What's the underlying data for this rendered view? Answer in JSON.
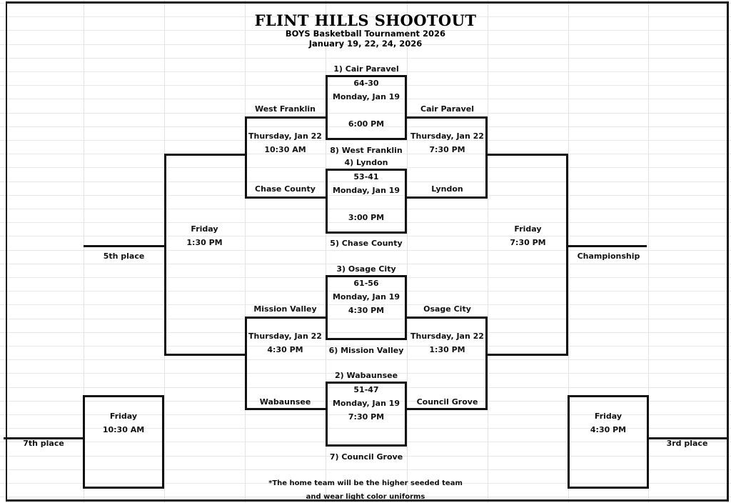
{
  "header": {
    "title": "FLINT HILLS SHOOTOUT",
    "subtitle": "BOYS Basketball  Tournament 2026",
    "dates": "January 19, 22, 24,  2026"
  },
  "footer": {
    "note_line1": "*The home team will be the higher seeded team",
    "note_line2": "and wear light color uniforms"
  },
  "games": [
    {
      "id": "game-1",
      "top_seed_team": "1) Cair Paravel",
      "bottom_seed_team": "8) West Franklin",
      "score": "64-30",
      "day": "Monday, Jan 19",
      "time": "6:00 PM"
    },
    {
      "id": "game-4",
      "top_seed_team": "4) Lyndon",
      "bottom_seed_team": "5) Chase County",
      "score": "53-41",
      "day": "Monday, Jan 19",
      "time": "3:00 PM"
    },
    {
      "id": "game-3",
      "top_seed_team": "3) Osage City",
      "bottom_seed_team": "6) Mission Valley",
      "score": "61-56",
      "day": "Monday, Jan 19",
      "time": "4:30 PM"
    },
    {
      "id": "game-2",
      "top_seed_team": "2) Wabaunsee",
      "bottom_seed_team": "7) Council Grove",
      "score": "51-47",
      "day": "Monday, Jan 19",
      "time": "7:30 PM"
    }
  ],
  "consolation_semis": [
    {
      "id": "cons-semi-upper",
      "team_top": "West Franklin",
      "team_bottom": "Chase County",
      "day": "Thursday, Jan 22",
      "time": "10:30 AM"
    },
    {
      "id": "cons-semi-lower",
      "team_top": "Mission Valley",
      "team_bottom": "Wabaunsee",
      "day": "Thursday, Jan 22",
      "time": "4:30 PM"
    }
  ],
  "championship_semis": [
    {
      "id": "champ-semi-upper",
      "team_top": "Cair Paravel",
      "team_bottom": "Lyndon",
      "day": "Thursday, Jan 22",
      "time": "7:30 PM"
    },
    {
      "id": "champ-semi-lower",
      "team_top": "Osage City",
      "team_bottom": "Council Grove",
      "day": "Thursday, Jan 22",
      "time": "1:30 PM"
    }
  ],
  "finals": {
    "fifth_place": {
      "label": "5th place",
      "day": "Friday",
      "time": "1:30 PM"
    },
    "seventh_place": {
      "label": "7th place",
      "day": "Friday",
      "time": "10:30 AM"
    },
    "third_place": {
      "label": "3rd place",
      "day": "Friday",
      "time": "4:30 PM"
    },
    "championship": {
      "label": "Championship",
      "day": "Friday",
      "time": "7:30 PM"
    }
  }
}
